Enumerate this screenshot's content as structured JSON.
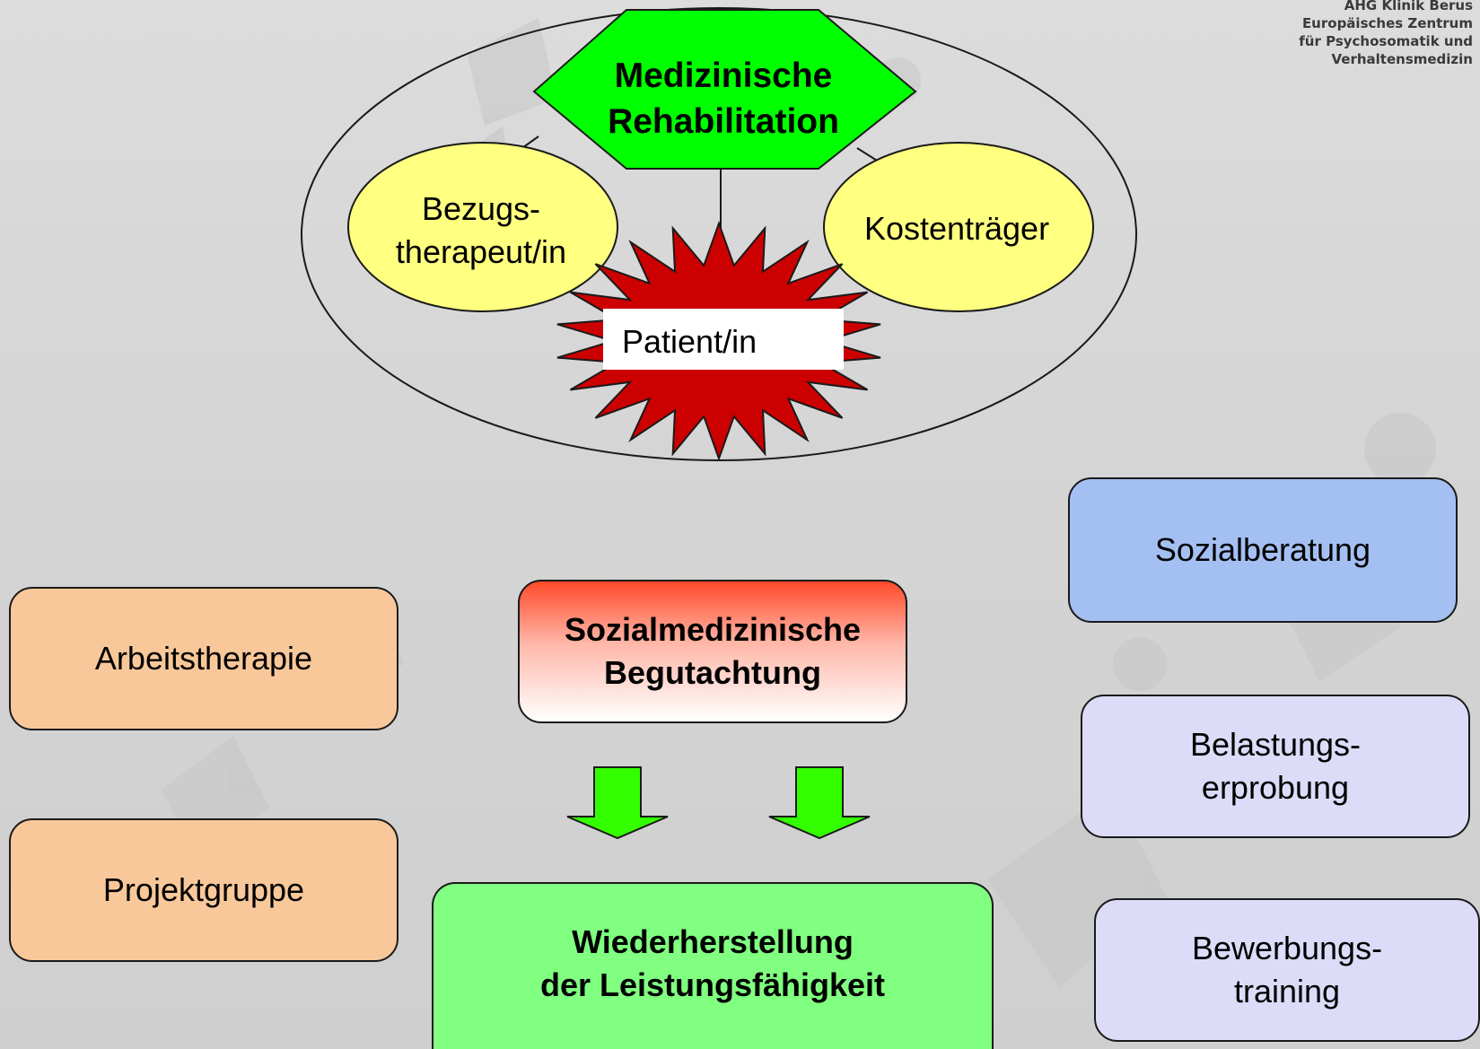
{
  "logo": {
    "line1": "AHG Klinik Berus",
    "line2": "Europäisches Zentrum",
    "line3": "für Psychosomatik und",
    "line4": "Verhaltensmedizin"
  },
  "top": {
    "hexagon_line1": "Medizinische",
    "hexagon_line2": "Rehabilitation",
    "left_ellipse_line1": "Bezugs-",
    "left_ellipse_line2": "therapeut/in",
    "right_ellipse": "Kostenträger",
    "star_label": "Patient/in"
  },
  "boxes": {
    "arbeitstherapie": "Arbeitstherapie",
    "projektgruppe": "Projektgruppe",
    "begutachtung_line1": "Sozialmedizinische",
    "begutachtung_line2": "Begutachtung",
    "wiederherstellung_line1": "Wiederherstellung",
    "wiederherstellung_line2": "der Leistungsfähigkeit",
    "sozialberatung": "Sozialberatung",
    "belastung_line1": "Belastungs-",
    "belastung_line2": "erprobung",
    "bewerbung_line1": "Bewerbungs-",
    "bewerbung_line2": "training"
  },
  "colors": {
    "hexagon": "#00ff00",
    "ellipse_yellow": "#ffff80",
    "star_red": "#cc0000",
    "orange_box": "#f8c89a",
    "blue_box": "#a4c0f2",
    "lavender_box": "#dcdcf8",
    "green_box": "#80ff80",
    "arrow_green": "#33ff00"
  }
}
